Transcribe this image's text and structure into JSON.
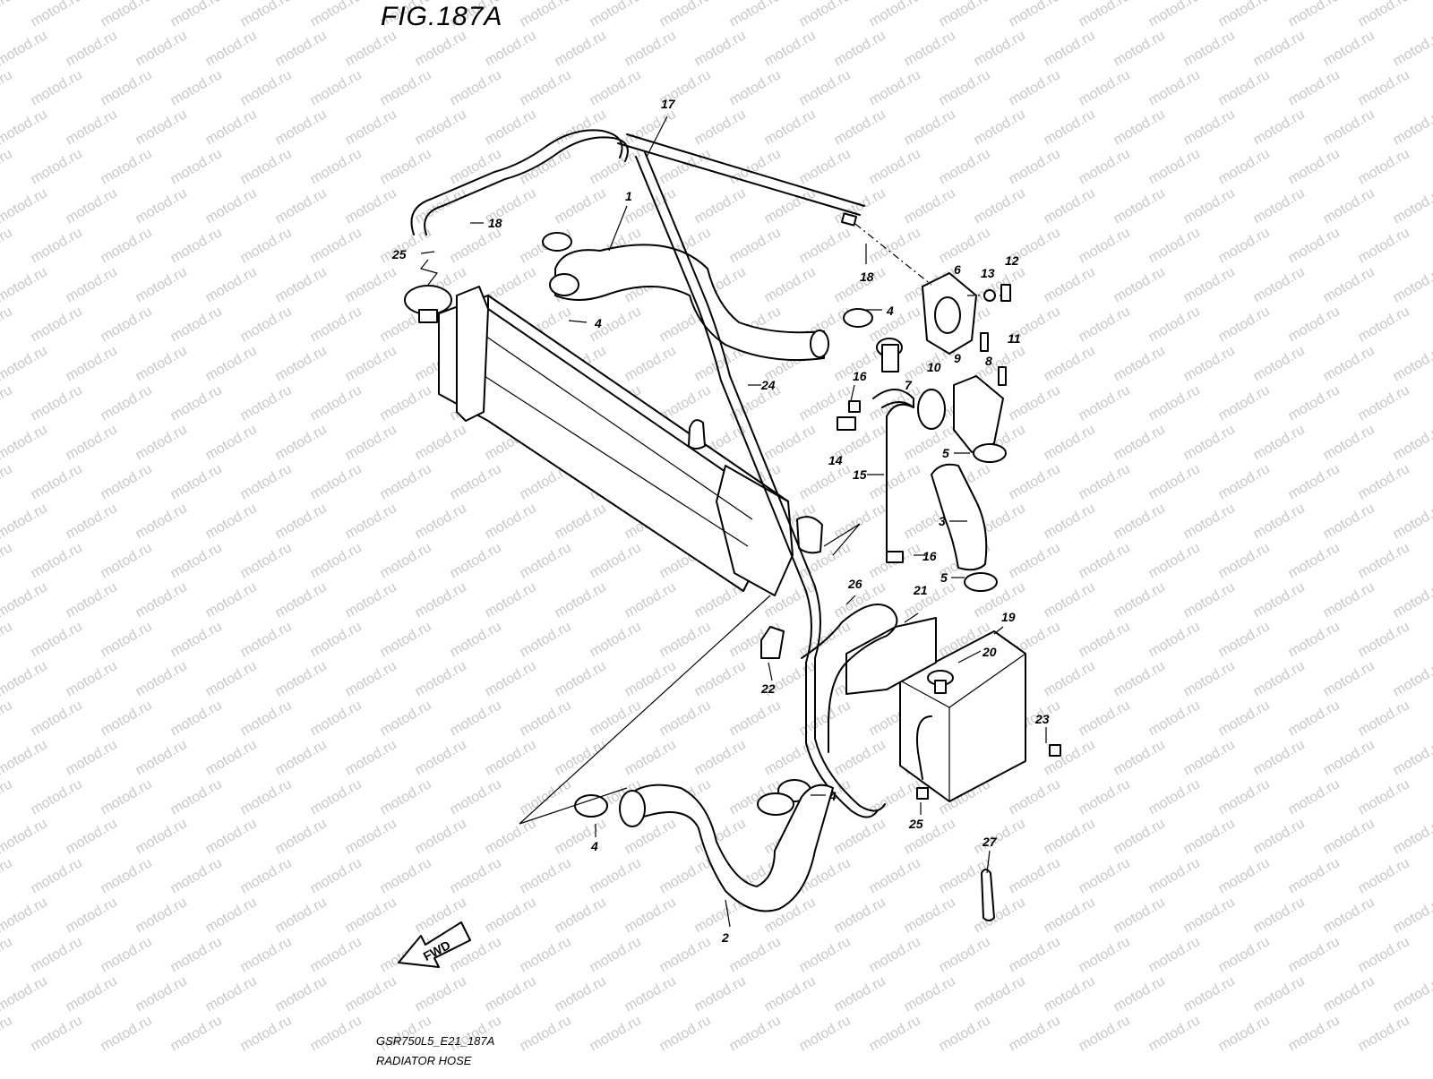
{
  "figure": {
    "title": "FIG.187A",
    "code": "GSR750L5_E21_187A",
    "caption": "RADIATOR HOSE",
    "fwd_label": "FWD",
    "watermark": "motod.ru"
  },
  "callouts": [
    {
      "id": "c1",
      "label": "1"
    },
    {
      "id": "c2",
      "label": "2"
    },
    {
      "id": "c3",
      "label": "3"
    },
    {
      "id": "c4a",
      "label": "4"
    },
    {
      "id": "c4b",
      "label": "4"
    },
    {
      "id": "c4c",
      "label": "4"
    },
    {
      "id": "c4d",
      "label": "4"
    },
    {
      "id": "c5a",
      "label": "5"
    },
    {
      "id": "c5b",
      "label": "5"
    },
    {
      "id": "c6",
      "label": "6"
    },
    {
      "id": "c7",
      "label": "7"
    },
    {
      "id": "c8",
      "label": "8"
    },
    {
      "id": "c9",
      "label": "9"
    },
    {
      "id": "c10",
      "label": "10"
    },
    {
      "id": "c11",
      "label": "11"
    },
    {
      "id": "c12",
      "label": "12"
    },
    {
      "id": "c13",
      "label": "13"
    },
    {
      "id": "c14",
      "label": "14"
    },
    {
      "id": "c15",
      "label": "15"
    },
    {
      "id": "c16a",
      "label": "16"
    },
    {
      "id": "c16b",
      "label": "16"
    },
    {
      "id": "c17",
      "label": "17"
    },
    {
      "id": "c18a",
      "label": "18"
    },
    {
      "id": "c18b",
      "label": "18"
    },
    {
      "id": "c19",
      "label": "19"
    },
    {
      "id": "c20",
      "label": "20"
    },
    {
      "id": "c21",
      "label": "21"
    },
    {
      "id": "c22",
      "label": "22"
    },
    {
      "id": "c23",
      "label": "23"
    },
    {
      "id": "c24",
      "label": "24"
    },
    {
      "id": "c25a",
      "label": "25"
    },
    {
      "id": "c25b",
      "label": "25"
    },
    {
      "id": "c26",
      "label": "26"
    },
    {
      "id": "c27",
      "label": "27"
    }
  ]
}
